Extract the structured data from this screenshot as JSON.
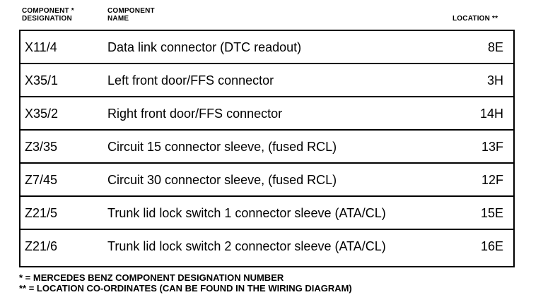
{
  "header": {
    "designation": [
      "COMPONENT *",
      "DESIGNATION"
    ],
    "name": [
      "COMPONENT",
      "NAME"
    ],
    "location": "LOCATION **"
  },
  "rows": [
    {
      "designation": "X11/4",
      "name": "Data link connector (DTC readout)",
      "location": "8E"
    },
    {
      "designation": "X35/1",
      "name": "Left front door/FFS connector",
      "location": "3H"
    },
    {
      "designation": "X35/2",
      "name": "Right front door/FFS connector",
      "location": "14H"
    },
    {
      "designation": "Z3/35",
      "name": "Circuit 15 connector sleeve, (fused RCL)",
      "location": "13F"
    },
    {
      "designation": "Z7/45",
      "name": "Circuit 30 connector sleeve, (fused RCL)",
      "location": "12F"
    },
    {
      "designation": "Z21/5",
      "name": "Trunk lid lock switch 1 connector sleeve (ATA/CL)",
      "location": "15E"
    },
    {
      "designation": "Z21/6",
      "name": "Trunk lid lock switch 2 connector sleeve (ATA/CL)",
      "location": "16E"
    }
  ],
  "footnotes": [
    "* = MERCEDES BENZ COMPONENT DESIGNATION NUMBER",
    "** = LOCATION CO-ORDINATES (CAN BE FOUND IN THE WIRING DIAGRAM)"
  ]
}
